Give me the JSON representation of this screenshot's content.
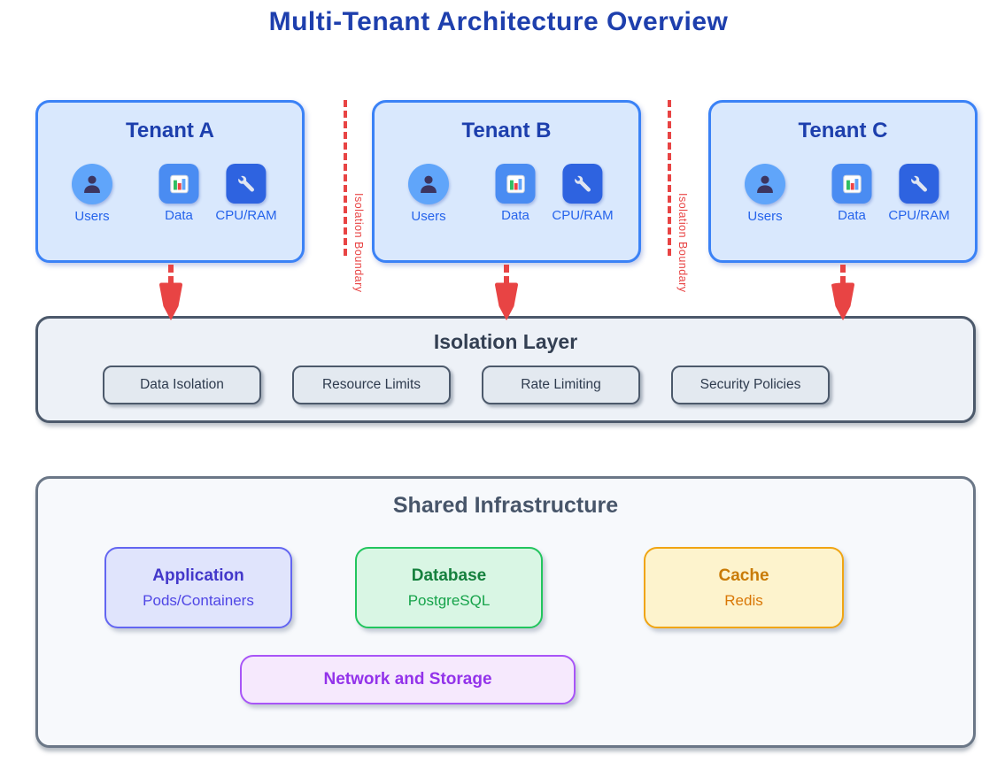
{
  "page": {
    "title": "Multi-Tenant Architecture Overview"
  },
  "tenants": [
    {
      "name": "Tenant A",
      "resources": [
        {
          "label": "Users",
          "icon": "user-icon"
        },
        {
          "label": "Data",
          "icon": "bar-chart-icon"
        },
        {
          "label": "CPU/RAM",
          "icon": "wrench-icon"
        }
      ]
    },
    {
      "name": "Tenant B",
      "resources": [
        {
          "label": "Users",
          "icon": "user-icon"
        },
        {
          "label": "Data",
          "icon": "bar-chart-icon"
        },
        {
          "label": "CPU/RAM",
          "icon": "wrench-icon"
        }
      ]
    },
    {
      "name": "Tenant C",
      "resources": [
        {
          "label": "Users",
          "icon": "user-icon"
        },
        {
          "label": "Data",
          "icon": "bar-chart-icon"
        },
        {
          "label": "CPU/RAM",
          "icon": "wrench-icon"
        }
      ]
    }
  ],
  "isolation_boundaries": [
    {
      "label": "Isolation Boundary"
    },
    {
      "label": "Isolation Boundary"
    }
  ],
  "isolation_layer": {
    "title": "Isolation Layer",
    "policies": [
      {
        "label": "Data Isolation"
      },
      {
        "label": "Resource Limits"
      },
      {
        "label": "Rate Limiting"
      },
      {
        "label": "Security Policies"
      }
    ]
  },
  "shared_infrastructure": {
    "title": "Shared Infrastructure",
    "components": [
      {
        "title": "Application",
        "subtitle": "Pods/Containers"
      },
      {
        "title": "Database",
        "subtitle": "PostgreSQL"
      },
      {
        "title": "Cache",
        "subtitle": "Redis"
      },
      {
        "title": "Network and Storage"
      }
    ]
  },
  "colors": {
    "title_blue": "#1e3fad",
    "tenant_fill": "#d9e8fd",
    "tenant_border": "#3b82f6",
    "tenant_label": "#2563eb",
    "boundary_red": "#e84444",
    "isolation_fill": "#edf1f7",
    "isolation_border": "#4c596b",
    "pill_fill": "#e3e9f0",
    "shared_fill": "#f7f9fc",
    "shared_border": "#6b7787",
    "application_fill": "#e0e4fc",
    "application_border": "#6366f1",
    "application_text": "#4338ca",
    "database_fill": "#d9f6e4",
    "database_border": "#22c55e",
    "database_text": "#15803d",
    "cache_fill": "#fdf3cd",
    "cache_border": "#f0a513",
    "cache_text": "#c97b06",
    "network_fill": "#f6e9fd",
    "network_border": "#a855f7",
    "network_text": "#9333ea"
  }
}
